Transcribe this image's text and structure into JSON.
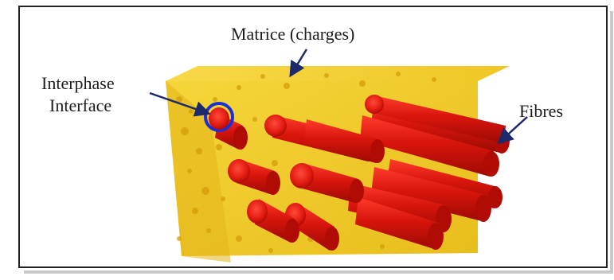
{
  "labels": {
    "matrix": "Matrice (charges)",
    "interphase": "Interphase",
    "interface": "Interface",
    "fibres": "Fibres"
  },
  "colors": {
    "matrix": "#f2cf2a",
    "matrix_dark": "#d9a90c",
    "fibre": "#e11a10",
    "fibre_dark": "#a80c06",
    "interphase_ring": "#1b2fd6",
    "arrow": "#1a2a6a"
  }
}
